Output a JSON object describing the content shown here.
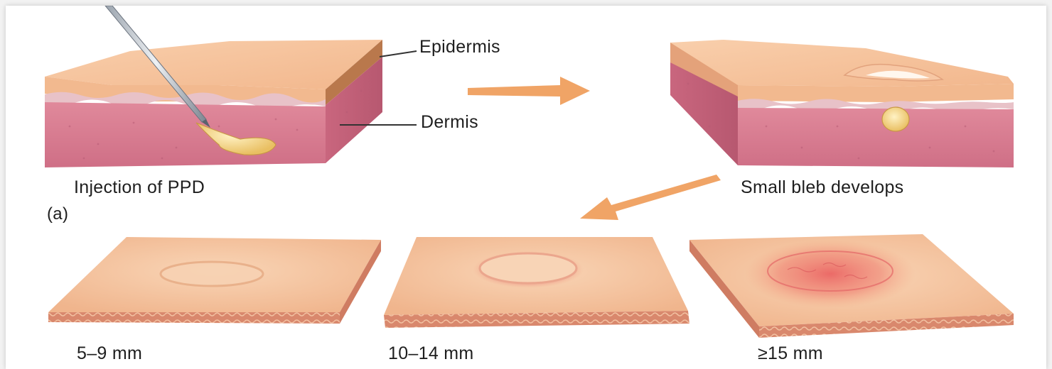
{
  "labels": {
    "epidermis": "Epidermis",
    "dermis": "Dermis",
    "injection": "Injection of PPD",
    "bleb": "Small bleb develops",
    "panel": "(a)",
    "result_1": "5–9 mm",
    "result_2": "10–14 mm",
    "result_3": "≥15 mm"
  },
  "colors": {
    "skin_top": "#f6c39c",
    "epidermis": "#d99a6e",
    "dermis": "#d97e93",
    "arrow": "#f0a466",
    "fluid": "#f3cf7c"
  }
}
